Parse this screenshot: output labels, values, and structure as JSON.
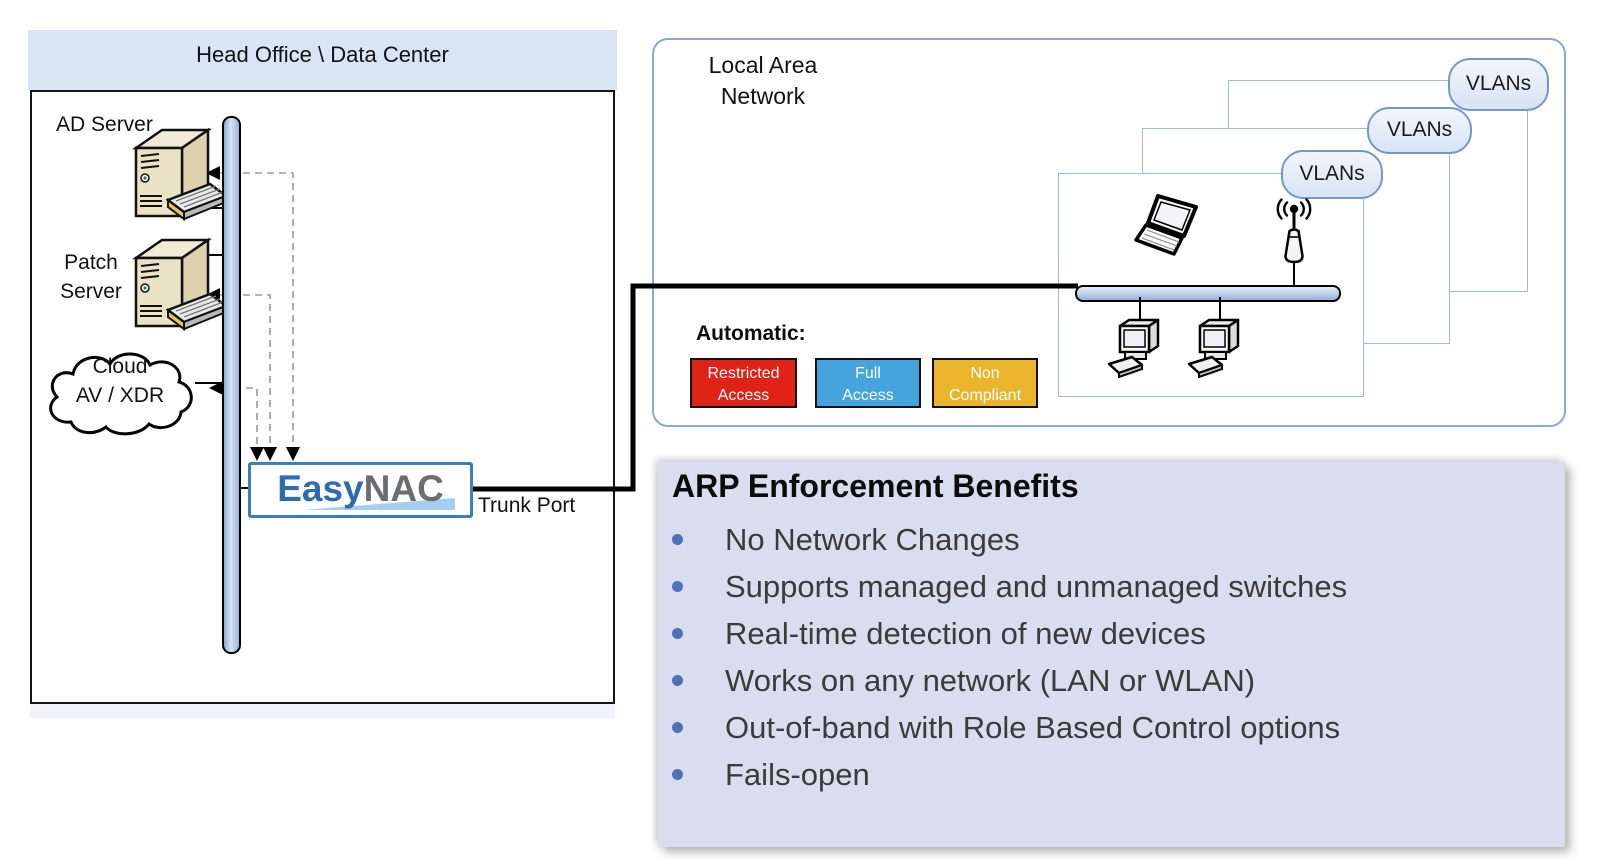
{
  "head_office": {
    "title": "Head Office \\ Data Center",
    "ad_server_label": "AD Server",
    "patch_server": {
      "line1": "Patch",
      "line2": "Server"
    },
    "cloud": {
      "line1": "Cloud",
      "line2": "AV / XDR"
    },
    "easynac": {
      "easy": "Easy",
      "nac": "NAC"
    },
    "trunk_port_label": "Trunk Port"
  },
  "lan": {
    "title": {
      "line1": "Local Area",
      "line2": "Network"
    },
    "vlans": [
      "VLANs",
      "VLANs",
      "VLANs"
    ],
    "automatic_label": "Automatic:",
    "badges": [
      {
        "line1": "Restricted",
        "line2": "Access",
        "color": "#df2318"
      },
      {
        "line1": "Full",
        "line2": "Access",
        "color": "#45a4dd"
      },
      {
        "line1": "Non",
        "line2": "Compliant",
        "color": "#eab52d"
      }
    ]
  },
  "benefits": {
    "title": "ARP Enforcement Benefits",
    "items": [
      "No Network Changes",
      "Supports managed and unmanaged switches",
      "Real-time detection of new devices",
      "Works on any network (LAN or WLAN)",
      "Out-of-band with Role Based Control options",
      "Fails-open"
    ]
  },
  "colors": {
    "panel_header_bg": "#d9e4f4",
    "benefits_panel_bg": "#d8deee",
    "bullet_dot_blue": "#4e70bd",
    "easynac_blue": "#2d6cb3",
    "easynac_gray": "#6b6d70",
    "vlan_badge_fill": "#e4ecf8",
    "bus_bar_blue": "#aac5e4",
    "restricted_red": "#df2318",
    "full_access_blue": "#45a4dd",
    "non_compliant_gold": "#eab52d"
  }
}
